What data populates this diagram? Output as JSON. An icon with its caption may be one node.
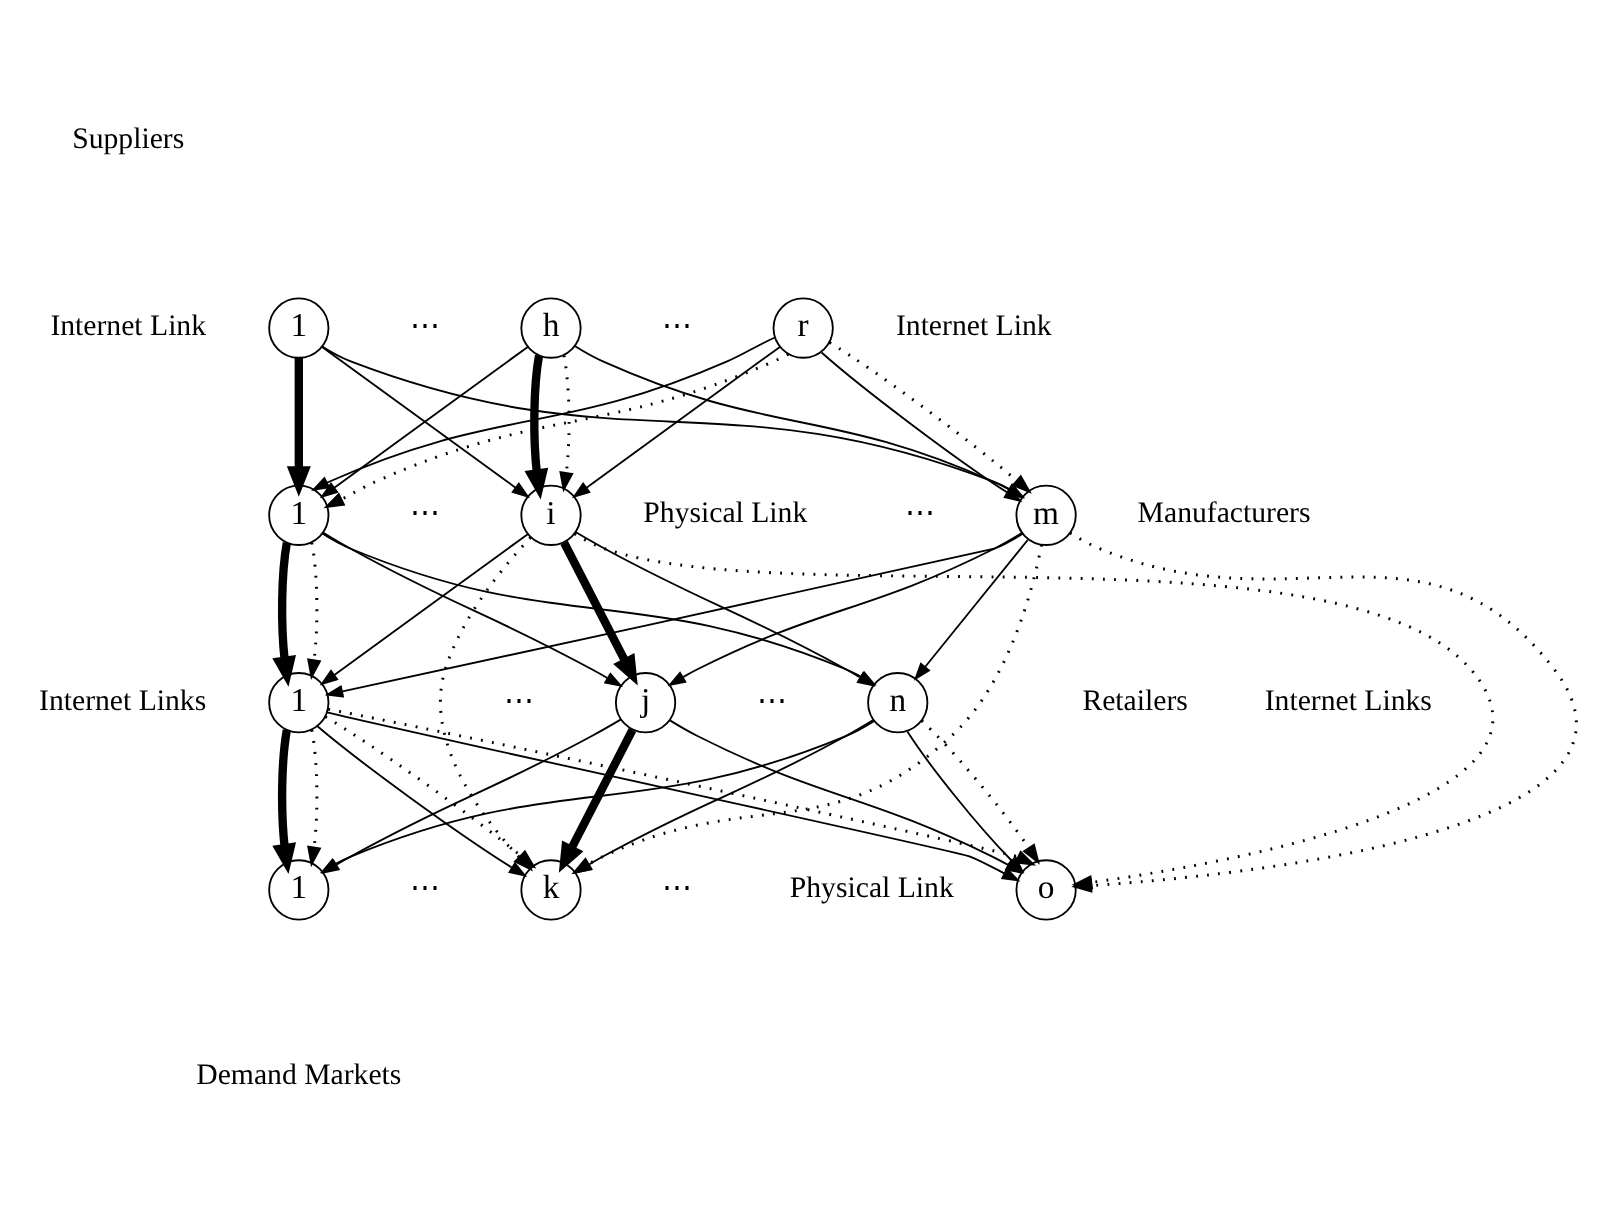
{
  "diagram": {
    "nodes": [
      {
        "text": [
          "1"
        ]
      },
      {
        "text": [
          "h"
        ]
      },
      {
        "text": [
          "r"
        ]
      },
      {
        "text": [
          "1"
        ]
      },
      {
        "text": [
          "i"
        ]
      },
      {
        "text": [
          "m"
        ]
      },
      {
        "text": [
          "1"
        ]
      },
      {
        "text": [
          "j"
        ]
      },
      {
        "text": [
          "n"
        ]
      },
      {
        "text": [
          "1"
        ]
      },
      {
        "text": [
          "k"
        ]
      },
      {
        "text": [
          "o"
        ]
      }
    ],
    "edges": [
      {
        "from": 0,
        "to": 3,
        "arrow": "to",
        "style": "thick"
      },
      {
        "from": 0,
        "to": 4,
        "arrow": "to"
      },
      {
        "from": 0,
        "to": 5,
        "arrow": "to"
      },
      {
        "from": 1,
        "to": 3,
        "arrow": "to"
      },
      {
        "from": 1,
        "to": 4,
        "arrow": "to",
        "style": "thick"
      },
      {
        "from": 1,
        "to": 5,
        "arrow": "to"
      },
      {
        "from": 2,
        "to": 3,
        "arrow": "to"
      },
      {
        "from": 2,
        "to": 4,
        "arrow": "to"
      },
      {
        "from": 2,
        "to": 5,
        "arrow": "to"
      },
      {
        "from": 1,
        "to": 4,
        "arrow": "to",
        "style": "dashed"
      },
      {
        "from": 2,
        "to": 3,
        "arrow": "to",
        "style": "dashed"
      },
      {
        "from": 2,
        "to": 5,
        "arrow": "to",
        "style": "dashed"
      },
      {
        "from": 3,
        "to": 6,
        "arrow": "to",
        "style": "thick"
      },
      {
        "from": 3,
        "to": 7,
        "arrow": "to"
      },
      {
        "from": 3,
        "to": 8,
        "arrow": "to"
      },
      {
        "from": 4,
        "to": 6,
        "arrow": "to"
      },
      {
        "from": 4,
        "to": 7,
        "arrow": "to",
        "style": "thick"
      },
      {
        "from": 4,
        "to": 8,
        "arrow": "to"
      },
      {
        "from": 5,
        "to": 6,
        "arrow": "to"
      },
      {
        "from": 5,
        "to": 7,
        "arrow": "to"
      },
      {
        "from": 5,
        "to": 8,
        "arrow": "to"
      },
      {
        "from": 3,
        "to": 6,
        "arrow": "to",
        "style": "dashed"
      },
      {
        "from": 4,
        "to": 10,
        "arrow": "to",
        "style": "dashed"
      },
      {
        "from": 4,
        "to": 11,
        "arrow": "to",
        "style": "dashed"
      },
      {
        "from": 5,
        "to": 10,
        "arrow": "to",
        "style": "dashed"
      },
      {
        "from": 5,
        "to": 11,
        "arrow": "to",
        "style": "dashed"
      },
      {
        "from": 6,
        "to": 9,
        "arrow": "to",
        "style": "thick"
      },
      {
        "from": 6,
        "to": 10,
        "arrow": "to"
      },
      {
        "from": 6,
        "to": 11,
        "arrow": "to"
      },
      {
        "from": 7,
        "to": 9,
        "arrow": "to"
      },
      {
        "from": 7,
        "to": 10,
        "arrow": "to",
        "style": "thick"
      },
      {
        "from": 7,
        "to": 11,
        "arrow": "to"
      },
      {
        "from": 8,
        "to": 9,
        "arrow": "to"
      },
      {
        "from": 8,
        "to": 10,
        "arrow": "to"
      },
      {
        "from": 8,
        "to": 11,
        "arrow": "to"
      },
      {
        "from": 6,
        "to": 9,
        "arrow": "to",
        "style": "dashed"
      },
      {
        "from": 6,
        "to": 10,
        "arrow": "to",
        "style": "dashed"
      },
      {
        "from": 6,
        "to": 11,
        "arrow": "to",
        "style": "dashed"
      },
      {
        "from": 8,
        "to": 11,
        "arrow": "to",
        "style": "dashed"
      }
    ],
    "labels": [
      "Suppliers",
      "⋯",
      "⋯",
      "Internet Link",
      "Internet Link",
      "Physical Link",
      "⋯",
      "⋯",
      "Manufacturers",
      "Internet Links",
      "Internet Links",
      "⋯",
      "⋯",
      "Retailers",
      "Physical Link",
      "⋯",
      "⋯",
      "Demand Markets"
    ]
  }
}
